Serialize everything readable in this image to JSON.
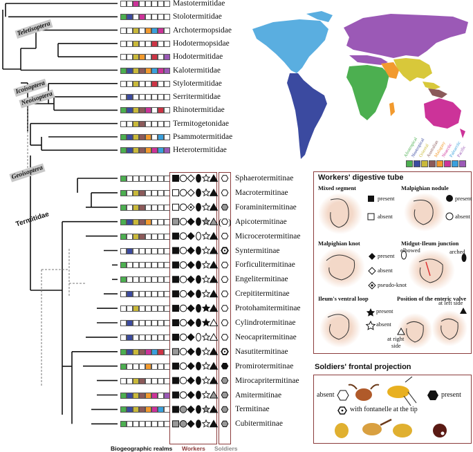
{
  "taxa_upper": [
    {
      "name": "Mastotermitidae",
      "realms": [
        0,
        0,
        "#cc3399",
        0,
        0,
        0,
        0,
        0
      ]
    },
    {
      "name": "Stolotermitidae",
      "realms": [
        "#4caf50",
        "#3b4aa0",
        0,
        "#cc3399",
        0,
        0,
        0,
        0
      ]
    },
    {
      "name": "Archotermopsidae",
      "realms": [
        0,
        0,
        "#c9b93a",
        0,
        "#f29a2e",
        "#3aa0dc",
        "#cc3399",
        0
      ]
    },
    {
      "name": "Hodotermopsidae",
      "realms": [
        0,
        0,
        "#c9b93a",
        0,
        0,
        "#cc3344",
        0,
        0
      ]
    },
    {
      "name": "Hodotermitidae",
      "realms": [
        0,
        0,
        "#c9b93a",
        "#f29a2e",
        0,
        "#cc3344",
        0,
        "#9b59b6"
      ]
    },
    {
      "name": "Kalotermitidae",
      "realms": [
        "#4caf50",
        "#3b4aa0",
        "#c9b93a",
        "#8b5a5a",
        "#f29a2e",
        "#3aa0dc",
        "#cc3399",
        "#9b59b6"
      ]
    },
    {
      "name": "Stylotermitidae",
      "realms": [
        0,
        0,
        "#c9b93a",
        0,
        0,
        "#cc3344",
        0,
        0
      ]
    },
    {
      "name": "Serritermitidae",
      "realms": [
        0,
        "#3b4aa0",
        0,
        0,
        0,
        0,
        0,
        0
      ]
    },
    {
      "name": "Rhinotermitidae",
      "realms": [
        "#4caf50",
        "#3b4aa0",
        "#c9b93a",
        "#8b5a5a",
        "#cc3399",
        0,
        "#cc3344",
        0
      ]
    },
    {
      "name": "Termitogetonidae",
      "realms": [
        0,
        0,
        "#c9b93a",
        "#8b5a5a",
        0,
        0,
        0,
        0
      ]
    },
    {
      "name": "Psammotermitidae",
      "realms": [
        "#4caf50",
        "#3b4aa0",
        "#c9b93a",
        "#8b5a5a",
        "#f29a2e",
        0,
        "#3aa0dc",
        0
      ]
    },
    {
      "name": "Heterotermitidae",
      "realms": [
        "#4caf50",
        "#3b4aa0",
        "#c9b93a",
        "#8b5a5a",
        "#f29a2e",
        "#cc3399",
        "#3aa0dc",
        "#9b59b6"
      ]
    }
  ],
  "taxa_lower": [
    {
      "name": "Sphaerotermitinae",
      "realms": [
        "#4caf50",
        0,
        0,
        0,
        0,
        0,
        0,
        0
      ],
      "w": [
        "fs",
        "ec",
        "ed",
        "fo",
        "os",
        "ft"
      ],
      "s": "ah"
    },
    {
      "name": "Macrotermitinae",
      "realms": [
        "#4caf50",
        0,
        "#c9b93a",
        "#8b5a5a",
        0,
        0,
        0,
        0
      ],
      "w": [
        "es",
        "ec",
        "ed",
        "fo",
        "os",
        "ft"
      ],
      "s": "ah"
    },
    {
      "name": "Foraminitermitinae",
      "realms": [
        "#4caf50",
        0,
        "#c9b93a",
        "#8b5a5a",
        0,
        0,
        0,
        0
      ],
      "w": [
        "es",
        "ec",
        "pd",
        "fo",
        "os",
        "ft"
      ],
      "s": "gh"
    },
    {
      "name": "Apicotermitinae",
      "realms": [
        "#4caf50",
        "#3b4aa0",
        "#c9b93a",
        "#8b5a5a",
        "#f29a2e",
        0,
        0,
        0
      ],
      "w": [
        "gs",
        "ec",
        "fd",
        "fo",
        "gs5",
        "gt"
      ],
      "s": "ph"
    },
    {
      "name": "Microcerotermitinae",
      "realms": [
        "#4caf50",
        0,
        "#c9b93a",
        "#8b5a5a",
        0,
        0,
        0,
        0
      ],
      "w": [
        "fs",
        "ec",
        "fd",
        "eo",
        "os",
        "ft"
      ],
      "s": "ah"
    },
    {
      "name": "Syntermitinae",
      "realms": [
        0,
        "#3b4aa0",
        0,
        0,
        0,
        0,
        0,
        0
      ],
      "w": [
        "fs",
        "ec",
        "fd",
        "fo",
        "os",
        "ft"
      ],
      "s": "fh"
    },
    {
      "name": "Forficulitermitinae",
      "realms": [
        "#4caf50",
        0,
        0,
        0,
        0,
        0,
        0,
        0
      ],
      "w": [
        "fs",
        "ec",
        "fd",
        "fo",
        "os",
        "ft"
      ],
      "s": "ah"
    },
    {
      "name": "Engelitermitinae",
      "realms": [
        "#4caf50",
        0,
        0,
        0,
        0,
        0,
        0,
        0
      ],
      "w": [
        "fs",
        "ec",
        "fd",
        "fo",
        "os",
        "ft"
      ],
      "s": "ah"
    },
    {
      "name": "Crepititermitinae",
      "realms": [
        0,
        "#3b4aa0",
        0,
        0,
        0,
        0,
        0,
        0
      ],
      "w": [
        "fs",
        "ec",
        "fd",
        "fo",
        "os",
        "ft"
      ],
      "s": "ah"
    },
    {
      "name": "Protohamitermitinae",
      "realms": [
        0,
        0,
        "#c9b93a",
        0,
        0,
        0,
        0,
        0
      ],
      "w": [
        "fs",
        "ec",
        "fd",
        "fo",
        "fs5",
        "ft"
      ],
      "s": "ah"
    },
    {
      "name": "Cylindrotermitinae",
      "realms": [
        0,
        "#3b4aa0",
        0,
        0,
        0,
        0,
        0,
        0
      ],
      "w": [
        "fs",
        "ec",
        "fd",
        "fo",
        "fs5",
        "et"
      ],
      "s": "ah"
    },
    {
      "name": "Neocapritermitinae",
      "realms": [
        0,
        "#3b4aa0",
        0,
        0,
        0,
        0,
        0,
        0
      ],
      "w": [
        "fs",
        "ec",
        "fd",
        "eo",
        "os",
        "et"
      ],
      "s": "ah"
    },
    {
      "name": "Nasutitermitinae",
      "realms": [
        "#4caf50",
        "#3b4aa0",
        "#c9b93a",
        "#8b5a5a",
        "#cc3399",
        "#3aa0dc",
        "#cc3344",
        0
      ],
      "w": [
        "gs",
        "ec",
        "fd",
        "fo",
        "os",
        "ft"
      ],
      "s": "fh"
    },
    {
      "name": "Promirotermitinae",
      "realms": [
        "#4caf50",
        0,
        0,
        0,
        "#f29a2e",
        0,
        0,
        0
      ],
      "w": [
        "fs",
        "ec",
        "fd",
        "fo",
        "os",
        "ft"
      ],
      "s": "bh"
    },
    {
      "name": "Mirocapritermitinae",
      "realms": [
        0,
        0,
        "#c9b93a",
        "#8b5a5a",
        0,
        0,
        0,
        0
      ],
      "w": [
        "fs",
        "ec",
        "fd",
        "fo",
        "os",
        "ft"
      ],
      "s": "gh"
    },
    {
      "name": "Amitermitinae",
      "realms": [
        "#4caf50",
        "#3b4aa0",
        "#c9b93a",
        "#8b5a5a",
        "#f29a2e",
        "#cc3399",
        0,
        "#9b59b6"
      ],
      "w": [
        "fs",
        "ec",
        "fd",
        "fo",
        "os",
        "gt"
      ],
      "s": "gh"
    },
    {
      "name": "Termitinae",
      "realms": [
        "#4caf50",
        "#3b4aa0",
        "#c9b93a",
        "#8b5a5a",
        "#f29a2e",
        "#cc3399",
        "#3aa0dc",
        0
      ],
      "w": [
        "fs",
        "gc",
        "fd",
        "fo",
        "gs5",
        "ft"
      ],
      "s": "gh"
    },
    {
      "name": "Cubitermitinae",
      "realms": [
        "#4caf50",
        0,
        0,
        0,
        0,
        0,
        0,
        0
      ],
      "w": [
        "gs",
        "gc",
        "fd",
        "fo",
        "os",
        "ft"
      ],
      "s": "gh"
    }
  ],
  "clades": {
    "teletisoptera": "Teletisoptera",
    "icoisoptera": "Icoisoptera",
    "neoisoptera": "Neoisoptera",
    "geoisoptera": "Geoisoptera",
    "termitidae": "Termitidae"
  },
  "realm_names": [
    "Afrotropical",
    "Neotropical",
    "Oriental",
    "Australian",
    "Malagasy",
    "Nearctic",
    "Palearctic",
    "Pacific"
  ],
  "realm_colors": [
    "#4caf50",
    "#3b4aa0",
    "#c9b93a",
    "#8b5a5a",
    "#f29a2e",
    "#cc3399",
    "#3aa0dc",
    "#9b59b6"
  ],
  "footer": {
    "realms": "Biogeographic realms",
    "workers": "Workers",
    "soldiers": "Soldiers"
  },
  "workers_legend": {
    "title": "Workers' digestive tube",
    "mixed_segment": "Mixed segment",
    "malpighian_nodule": "Malpighian nodule",
    "malpighian_knot": "Malpighian knot",
    "midgut_ileum": "Midgut-Ileum junction",
    "ileum_loop": "Ileum's ventral loop",
    "enteric_valve": "Position of the enteric valve",
    "present": "present",
    "absent": "absent",
    "pseudo_knot": "pseudo-knot",
    "elbowed": "elbowed",
    "arched": "arched",
    "at_left_side": "at left side",
    "at_right": "at right",
    "side": "side"
  },
  "soldiers_legend": {
    "title": "Soldiers' frontal projection",
    "absent": "absent",
    "present": "present",
    "with_fontanelle": "with fontanelle at the tip"
  }
}
